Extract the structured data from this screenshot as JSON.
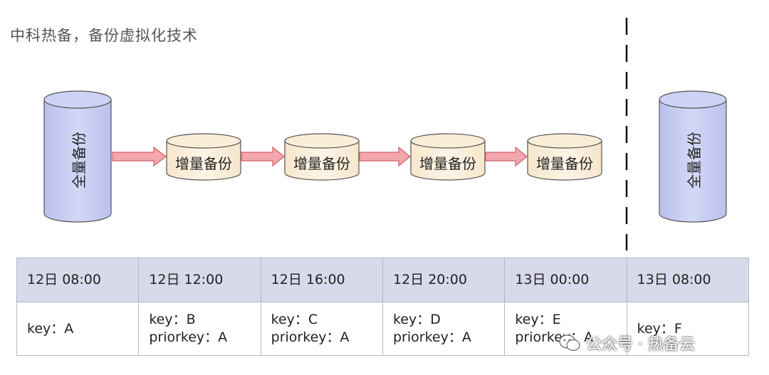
{
  "title": "中科热备，备份虚拟化技术",
  "full_backup_label": "全量备份",
  "incremental_backups": [
    "增量备份",
    "增量备份",
    "增量备份",
    "增量备份"
  ],
  "timeline": {
    "times": [
      "12日 08:00",
      "12日 12:00",
      "12日 16:00",
      "12日 20:00",
      "13日 00:00",
      "13日 08:00"
    ],
    "keys": [
      {
        "key": "key：A",
        "priorkey": ""
      },
      {
        "key": "key：B",
        "priorkey": "priorkey：A"
      },
      {
        "key": "key：C",
        "priorkey": "priorkey：A"
      },
      {
        "key": "key：D",
        "priorkey": "priorkey：A"
      },
      {
        "key": "key：E",
        "priorkey": "priorkey：A"
      },
      {
        "key": "key：F",
        "priorkey": ""
      }
    ]
  },
  "watermark": "公众号 · 热备云",
  "colors": {
    "full_backup_fill": "#c7cdf0",
    "incremental_fill": "#fbefdc",
    "arrow_fill": "#f4a7ad",
    "arrow_stroke": "#d1606a",
    "header_row": "#d8daeb"
  }
}
